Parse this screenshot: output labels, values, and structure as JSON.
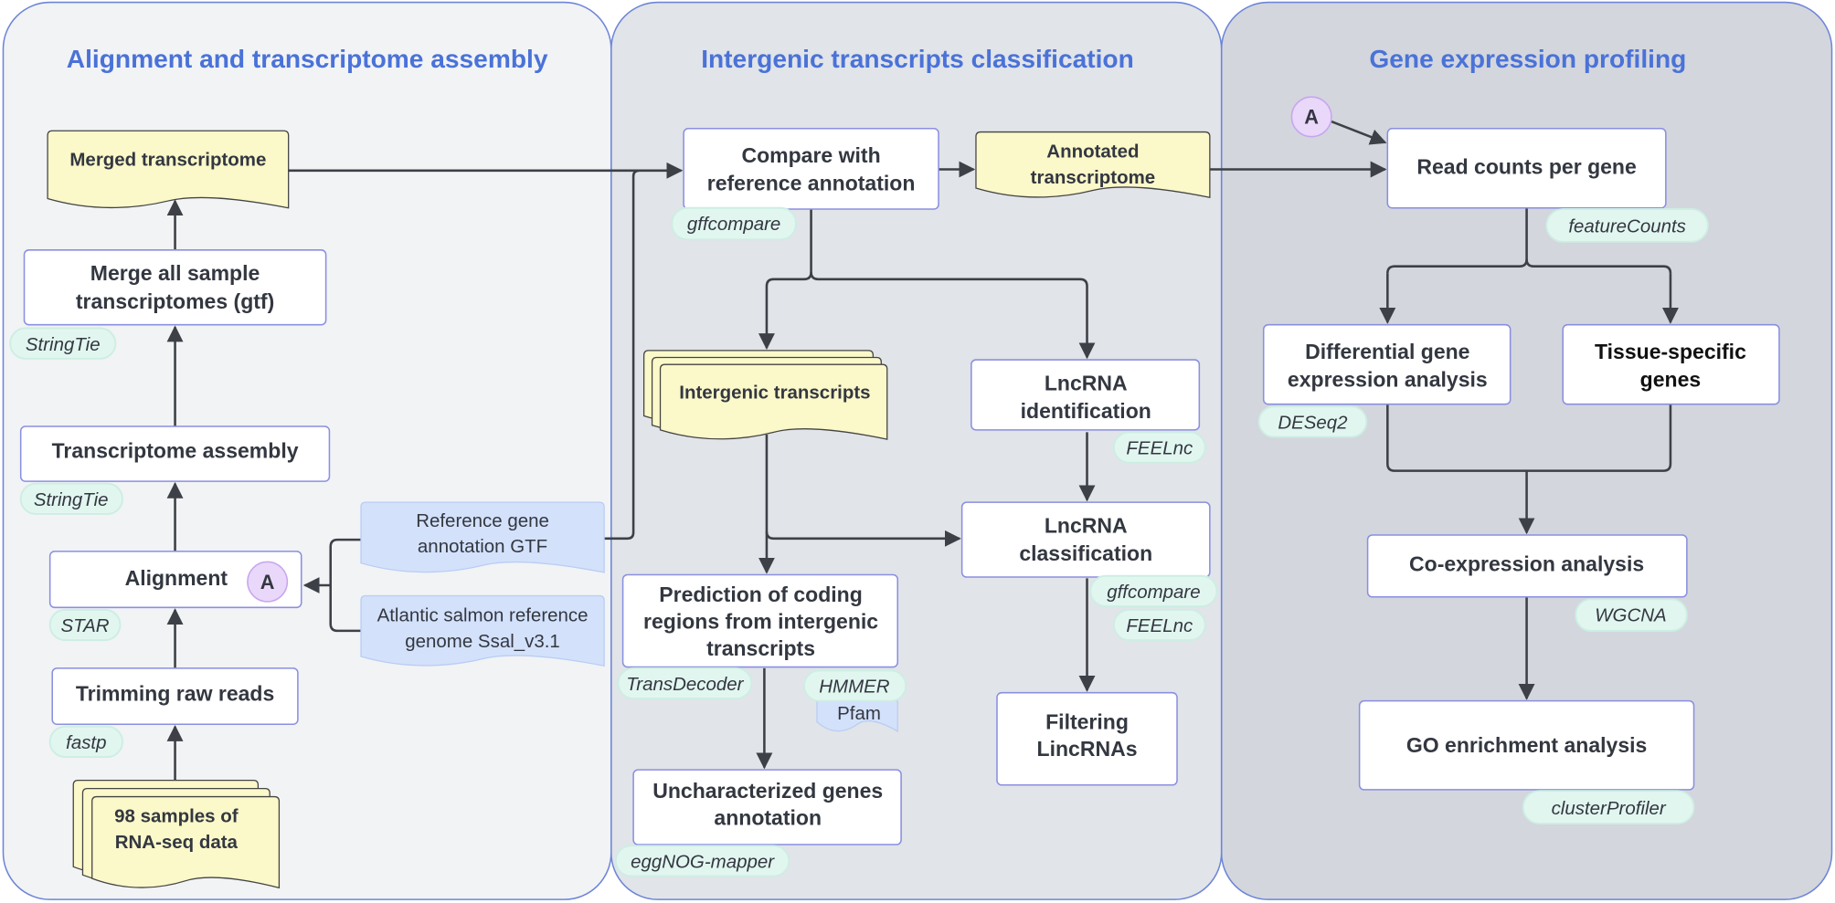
{
  "colors": {
    "panel1": "#f1f3f5",
    "panel2": "#e1e4e8",
    "panel3": "#d3d6dd",
    "title": "#4a72d8",
    "box_border": "#8a8fe0",
    "tool_pill": "#e2f6f0",
    "document_yellow": "#fbf8c9",
    "document_blue": "#d3e1fb",
    "connector_marker": "#ead8fa"
  },
  "panels": [
    {
      "title": "Alignment and transcriptome assembly"
    },
    {
      "title": "Intergenic transcripts classification"
    },
    {
      "title": "Gene expression profiling"
    }
  ],
  "connector_label": "A",
  "alignment": {
    "merged_transcriptome": "Merged transcriptome",
    "merge_samples": [
      "Merge all sample",
      "transcriptomes (gtf)"
    ],
    "merge_tool": "StringTie",
    "assembly": "Transcriptome assembly",
    "assembly_tool": "StringTie",
    "alignment": "Alignment",
    "alignment_tool": "STAR",
    "trimming": "Trimming raw reads",
    "trimming_tool": "fastp",
    "samples": [
      "98 samples of",
      "RNA-seq data"
    ],
    "ref_gtf": [
      "Reference gene",
      "annotation GTF"
    ],
    "ref_genome": [
      "Atlantic salmon reference",
      "genome Ssal_v3.1"
    ]
  },
  "classification": {
    "compare": [
      "Compare with",
      "reference annotation"
    ],
    "compare_tool": "gffcompare",
    "annotated": [
      "Annotated",
      "transcriptome"
    ],
    "intergenic": "Intergenic transcripts",
    "lnc_ident": [
      "LncRNA",
      "identification"
    ],
    "lnc_ident_tool": "FEELnc",
    "lnc_class": [
      "LncRNA",
      "classification"
    ],
    "lnc_class_tools": [
      "gffcompare",
      "FEELnc"
    ],
    "prediction": [
      "Prediction of coding",
      "regions from intergenic",
      "transcripts"
    ],
    "prediction_tools": [
      "TransDecoder",
      "HMMER"
    ],
    "pfam": "Pfam",
    "uncharacterized": [
      "Uncharacterized genes",
      "annotation"
    ],
    "uncharacterized_tool": "eggNOG-mapper",
    "filtering": [
      "Filtering",
      "LincRNAs"
    ]
  },
  "expression": {
    "read_counts": "Read counts per gene",
    "read_counts_tool": "featureCounts",
    "deg": [
      "Differential gene",
      "expression analysis"
    ],
    "deg_tool": "DESeq2",
    "tissue": [
      "Tissue-specific",
      "genes"
    ],
    "coexpr": "Co-expression analysis",
    "coexpr_tool": "WGCNA",
    "go": "GO enrichment analysis",
    "go_tool": "clusterProfiler"
  }
}
